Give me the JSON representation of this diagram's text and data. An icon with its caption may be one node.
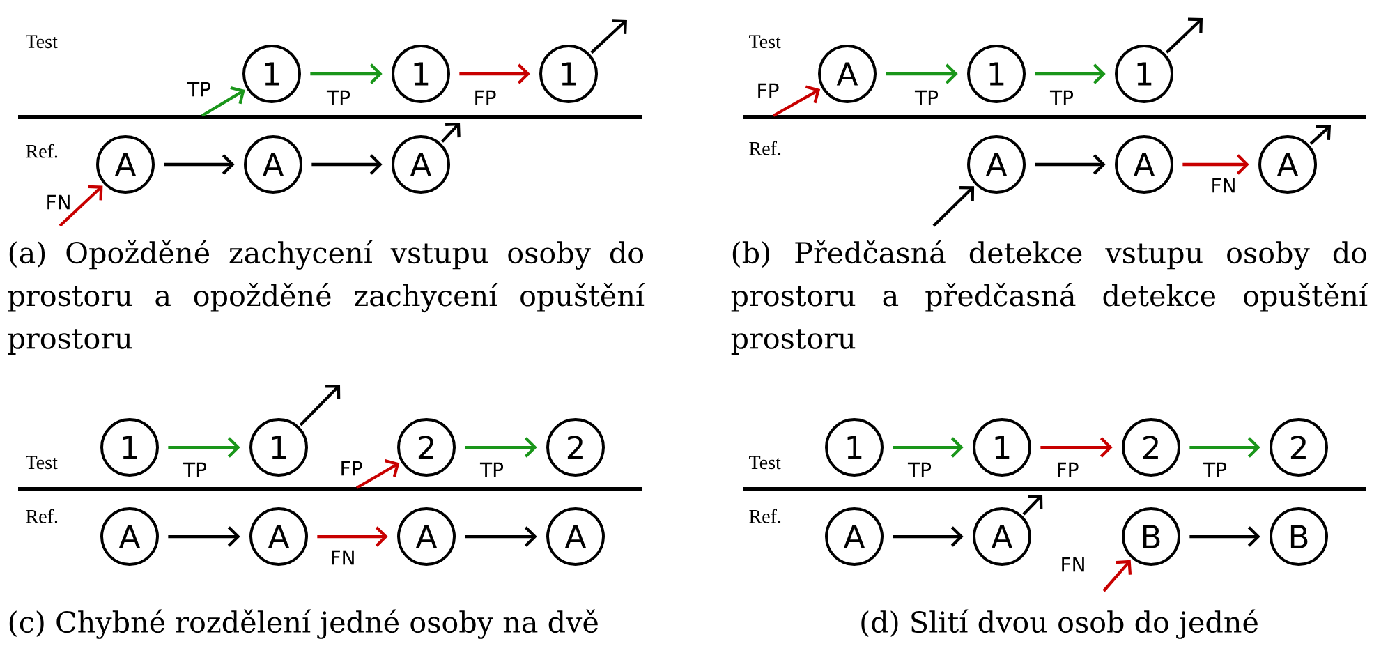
{
  "diagram": {
    "nodes": [
      {
        "text": [
          "1"
        ]
      },
      {
        "text": [
          "1"
        ]
      },
      {
        "text": [
          "1"
        ]
      },
      {
        "text": [
          "A"
        ]
      },
      {
        "text": [
          "A"
        ]
      },
      {
        "text": [
          "A"
        ]
      },
      {
        "text": [
          "A"
        ]
      },
      {
        "text": [
          "1"
        ]
      },
      {
        "text": [
          "1"
        ]
      },
      {
        "text": [
          "A"
        ]
      },
      {
        "text": [
          "A"
        ]
      },
      {
        "text": [
          "A"
        ]
      },
      {
        "text": [
          "1"
        ]
      },
      {
        "text": [
          "1"
        ]
      },
      {
        "text": [
          "2"
        ]
      },
      {
        "text": [
          "2"
        ]
      },
      {
        "text": [
          "A"
        ]
      },
      {
        "text": [
          "A"
        ]
      },
      {
        "text": [
          "A"
        ]
      },
      {
        "text": [
          "A"
        ]
      },
      {
        "text": [
          "1"
        ]
      },
      {
        "text": [
          "1"
        ]
      },
      {
        "text": [
          "2"
        ]
      },
      {
        "text": [
          "2"
        ]
      },
      {
        "text": [
          "A"
        ]
      },
      {
        "text": [
          "A"
        ]
      },
      {
        "text": [
          "B"
        ]
      },
      {
        "text": [
          "B"
        ]
      }
    ],
    "edges": [
      {
        "from": null,
        "to": 0,
        "arrow": "to",
        "label": "TP",
        "color": "#1a961a"
      },
      {
        "from": 0,
        "to": 1,
        "arrow": "to",
        "label": "TP",
        "color": "#1a961a"
      },
      {
        "from": 1,
        "to": 2,
        "arrow": "to",
        "label": "FP",
        "color": "#c80000"
      },
      {
        "from": 2,
        "to": null,
        "arrow": "to"
      },
      {
        "from": null,
        "to": 3,
        "arrow": "to",
        "label": "FN",
        "color": "#c80000"
      },
      {
        "from": 3,
        "to": 4,
        "arrow": "to"
      },
      {
        "from": 4,
        "to": 5,
        "arrow": "to"
      },
      {
        "from": 5,
        "to": null,
        "arrow": "to"
      },
      {
        "from": null,
        "to": 6,
        "arrow": "to",
        "label": "FP",
        "color": "#c80000"
      },
      {
        "from": 6,
        "to": 7,
        "arrow": "to",
        "label": "TP",
        "color": "#1a961a"
      },
      {
        "from": 7,
        "to": 8,
        "arrow": "to",
        "label": "TP",
        "color": "#1a961a"
      },
      {
        "from": 8,
        "to": null,
        "arrow": "to"
      },
      {
        "from": null,
        "to": 9,
        "arrow": "to"
      },
      {
        "from": 9,
        "to": 10,
        "arrow": "to"
      },
      {
        "from": 10,
        "to": 11,
        "arrow": "to",
        "label": "FN",
        "color": "#c80000"
      },
      {
        "from": 11,
        "to": null,
        "arrow": "to"
      },
      {
        "from": 12,
        "to": 13,
        "arrow": "to",
        "label": "TP",
        "color": "#1a961a"
      },
      {
        "from": 13,
        "to": null,
        "arrow": "to"
      },
      {
        "from": null,
        "to": 14,
        "arrow": "to",
        "label": "FP",
        "color": "#c80000"
      },
      {
        "from": 14,
        "to": 15,
        "arrow": "to",
        "label": "TP",
        "color": "#1a961a"
      },
      {
        "from": 16,
        "to": 17,
        "arrow": "to"
      },
      {
        "from": 17,
        "to": 18,
        "arrow": "to",
        "label": "FN",
        "color": "#c80000"
      },
      {
        "from": 18,
        "to": 19,
        "arrow": "to"
      },
      {
        "from": 20,
        "to": 21,
        "arrow": "to",
        "label": "TP",
        "color": "#1a961a"
      },
      {
        "from": 21,
        "to": 22,
        "arrow": "to",
        "label": "FP",
        "color": "#c80000"
      },
      {
        "from": 22,
        "to": 23,
        "arrow": "to",
        "label": "TP",
        "color": "#1a961a"
      },
      {
        "from": 24,
        "to": 25,
        "arrow": "to"
      },
      {
        "from": 25,
        "to": null,
        "arrow": "to"
      },
      {
        "from": null,
        "to": 26,
        "arrow": "to",
        "label": "FN",
        "color": "#c80000"
      },
      {
        "from": 26,
        "to": 27,
        "arrow": "to"
      }
    ],
    "labels": [
      "Test",
      "Ref.",
      "(a) Opožděné zachycení vstupu osoby do prostoru a opožděné zachycení opuštění prostoru",
      "Test",
      "Ref.",
      "(b) Předčasná detekce vstupu osoby do prostoru a předčasná detekce opuštění prostoru",
      "Test",
      "Ref.",
      "(c) Chybné rozdělení jedné osoby na dvě",
      "Test",
      "Ref.",
      "(d) Slití dvou osob do jedné"
    ]
  }
}
